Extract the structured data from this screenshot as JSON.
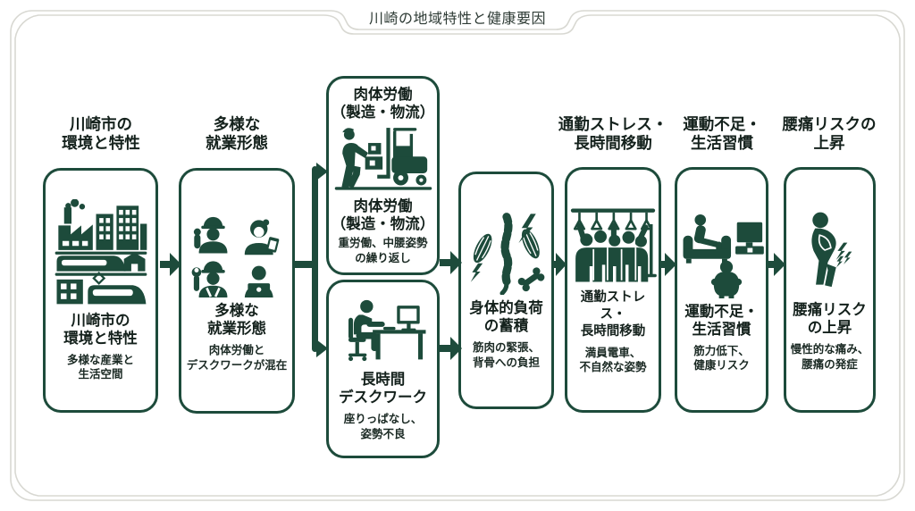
{
  "title": "川崎の地域特性と健康要因",
  "colors": {
    "accent_green": "#1d4b3b",
    "text_dark": "#14211c",
    "frame_gray": "#d8d8d2",
    "background": "#ffffff"
  },
  "nodes": [
    {
      "id": "kawasaki-env",
      "icon": "city-icon",
      "header": [
        "川崎市の",
        "環境と特性"
      ],
      "title": [
        "川崎市の",
        "環境と特性"
      ],
      "subtitle": [
        "多様な産業と",
        "生活空間"
      ]
    },
    {
      "id": "employment",
      "icon": "workers-icon",
      "header": [
        "多様な",
        "就業形態"
      ],
      "title": [
        "多様な",
        "就業形態"
      ],
      "subtitle": [
        "肉体労働と",
        "デスクワークが混在"
      ]
    },
    {
      "id": "manual-labor",
      "icon": "forklift-icon",
      "top_label": [
        "肉体労働",
        "（製造・物流）"
      ],
      "title": [
        "肉体労働",
        "（製造・物流）"
      ],
      "subtitle": [
        "重労働、中腰姿勢",
        "の繰り返し"
      ]
    },
    {
      "id": "desk-work",
      "icon": "desk-worker-icon",
      "title": [
        "長時間",
        "デスクワーク"
      ],
      "subtitle": [
        "座りっぱなし、",
        "姿勢不良"
      ]
    },
    {
      "id": "physical-load",
      "icon": "spine-icon",
      "title": [
        "身体的負荷",
        "の蓄積"
      ],
      "subtitle": [
        "筋肉の緊張、",
        "背骨への負担"
      ]
    },
    {
      "id": "commute-stress",
      "icon": "crowded-train-icon",
      "header": [
        "通勤ストレス・",
        "長時間移動"
      ],
      "title": [
        "通勤ストレス・",
        "長時間移動"
      ],
      "subtitle": [
        "満員電車、",
        "不自然な姿勢"
      ]
    },
    {
      "id": "lifestyle",
      "icon": "sofa-tv-icon",
      "header": [
        "運動不足・",
        "生活習慣"
      ],
      "title": [
        "運動不足・",
        "生活習慣"
      ],
      "subtitle": [
        "筋力低下、",
        "健康リスク"
      ]
    },
    {
      "id": "backpain-risk",
      "icon": "backpain-icon",
      "header": [
        "腰痛リスクの",
        "上昇"
      ],
      "title": [
        "腰痛リスク",
        "の上昇"
      ],
      "subtitle": [
        "慢性的な痛み、",
        "腰痛の発症"
      ]
    }
  ]
}
